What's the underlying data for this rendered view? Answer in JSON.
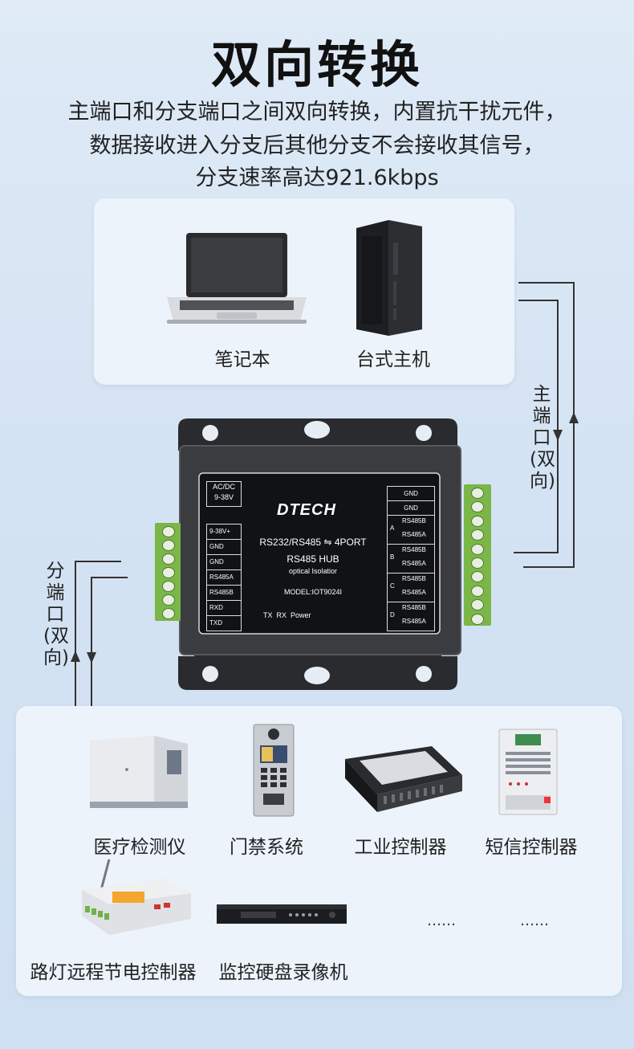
{
  "title": "双向转换",
  "description": {
    "line1": "主端口和分支端口之间双向转换，内置抗干扰元件，",
    "line2": "数据接收进入分支后其他分支不会接收其信号，",
    "line3": "分支速率高达921.6kbps"
  },
  "top_devices": [
    {
      "label": "笔记本",
      "icon": "laptop-icon"
    },
    {
      "label": "台式主机",
      "icon": "desktop-tower-icon"
    }
  ],
  "main_port_label": [
    "主",
    "端",
    "口",
    "(双",
    "向)"
  ],
  "branch_port_label": [
    "分",
    "端",
    "口",
    "(双",
    "向)"
  ],
  "hub": {
    "brand": "DTECH",
    "power_label": "AC/DC",
    "power_range": "9-38V",
    "line1": "RS232/RS485 ⇋ 4PORT",
    "line2": "RS485 HUB",
    "line3": "optical Isolatior",
    "model": "MODEL:IOT9024I",
    "indicators": "TX  RX  Power",
    "left_pins": [
      "9-38V+",
      "GND",
      "GND",
      "RS485A",
      "RS485B",
      "RXD",
      "TXD"
    ],
    "right_gnd": [
      "GND",
      "GND"
    ],
    "ports": [
      {
        "id": "A",
        "pins": [
          "RS485B",
          "RS485A"
        ]
      },
      {
        "id": "B",
        "pins": [
          "RS485B",
          "RS485A"
        ]
      },
      {
        "id": "C",
        "pins": [
          "RS485B",
          "RS485A"
        ]
      },
      {
        "id": "D",
        "pins": [
          "RS485B",
          "RS485A"
        ]
      }
    ]
  },
  "bottom_devices": [
    {
      "label": "医疗检测仪",
      "icon": "medical-analyzer-icon"
    },
    {
      "label": "门禁系统",
      "icon": "door-access-panel-icon"
    },
    {
      "label": "工业控制器",
      "icon": "industrial-controller-icon"
    },
    {
      "label": "短信控制器",
      "icon": "sms-controller-icon"
    },
    {
      "label": "路灯远程节电控制器",
      "icon": "streetlight-controller-icon"
    },
    {
      "label": "监控硬盘录像机",
      "icon": "dvr-recorder-icon"
    },
    {
      "label": "……",
      "icon": ""
    },
    {
      "label": "……",
      "icon": ""
    }
  ]
}
